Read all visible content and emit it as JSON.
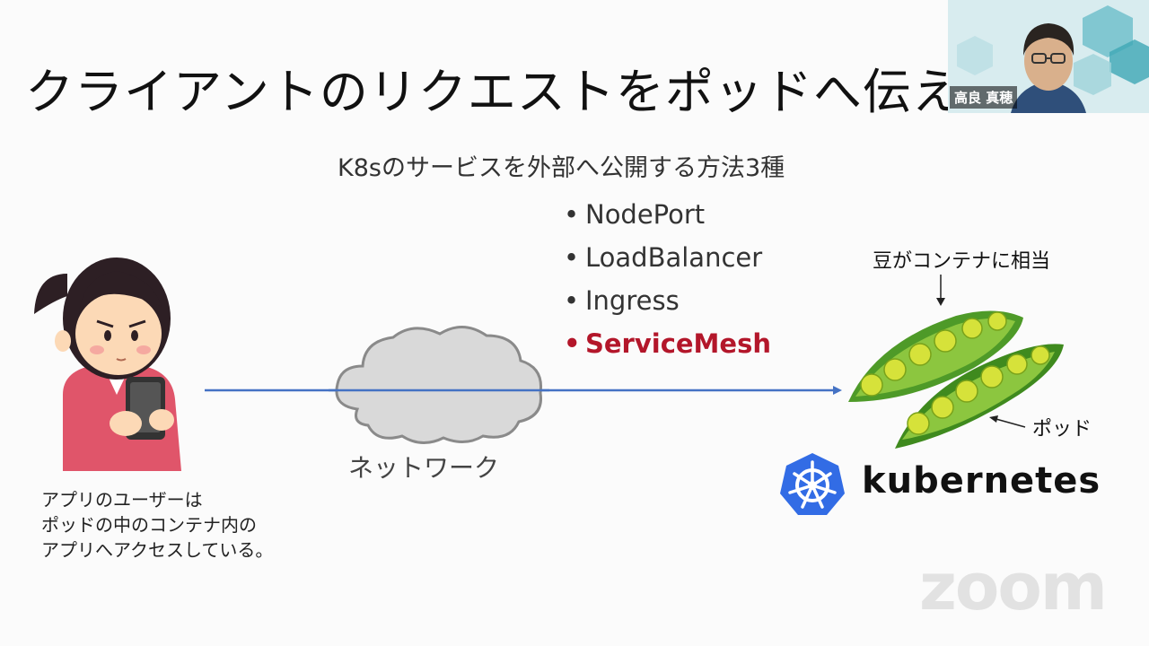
{
  "slide": {
    "title": "クライアントのリクエストをポッドへ伝える",
    "subtitle": "K8sのサービスを外部へ公開する方法3種",
    "methods": [
      {
        "bullet": "•",
        "label": "NodePort",
        "highlight": false
      },
      {
        "bullet": "•",
        "label": "LoadBalancer",
        "highlight": false
      },
      {
        "bullet": "•",
        "label": "Ingress",
        "highlight": false
      },
      {
        "bullet": "•",
        "label": "ServiceMesh",
        "highlight": true
      }
    ],
    "network_label": "ネットワーク",
    "user_note": [
      "アプリのユーザーは",
      "ポッドの中のコンテナ内の",
      "アプリへアクセスしている。"
    ],
    "pea_label": "豆がコンテナに相当",
    "pod_label": "ポッド",
    "kubernetes_wordmark": "kubernetes"
  },
  "video_overlay": {
    "participant_name": "高良 真穂",
    "watermark": "zoom"
  },
  "colors": {
    "highlight": "#b3162a",
    "arrow": "#4472c4",
    "kubernetes_blue": "#326ce5",
    "pea_green": "#8cc63f",
    "pod_green": "#4e9a28"
  },
  "icons": [
    "user-illustration",
    "cloud-icon",
    "pea-pod-illustration",
    "kubernetes-helm-icon"
  ]
}
